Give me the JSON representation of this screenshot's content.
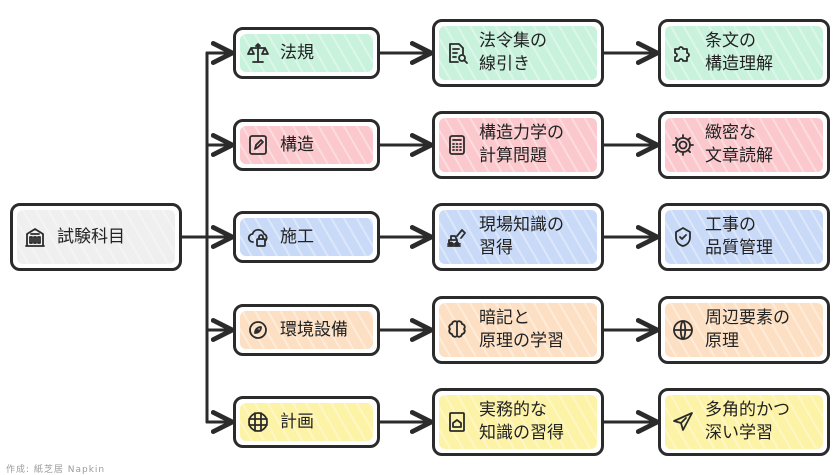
{
  "diagram": {
    "root": {
      "label": "試験科目",
      "icon": "building-icon"
    },
    "rows": [
      {
        "color": "#c9f2dd",
        "subject": {
          "label": "法規",
          "icon": "scale-icon"
        },
        "step1": {
          "label": "法令集の\n線引き",
          "icon": "document-search-icon"
        },
        "step2": {
          "label": "条文の\n構造理解",
          "icon": "puzzle-icon"
        }
      },
      {
        "color": "#fbc9cd",
        "subject": {
          "label": "構造",
          "icon": "pen-icon"
        },
        "step1": {
          "label": "構造力学の\n計算問題",
          "icon": "calculator-icon"
        },
        "step2": {
          "label": "緻密な\n文章読解",
          "icon": "gear-icon"
        }
      },
      {
        "color": "#c9daf8",
        "subject": {
          "label": "施工",
          "icon": "cloud-lock-icon"
        },
        "step1": {
          "label": "現場知識の\n習得",
          "icon": "excavator-icon"
        },
        "step2": {
          "label": "工事の\n品質管理",
          "icon": "quality-check-icon"
        }
      },
      {
        "color": "#fde0c4",
        "subject": {
          "label": "環境設備",
          "icon": "leaf-gear-icon"
        },
        "step1": {
          "label": "暗記と\n原理の学習",
          "icon": "brain-icon"
        },
        "step2": {
          "label": "周辺要素の\n原理",
          "icon": "globe-icon"
        }
      },
      {
        "color": "#fdf3a6",
        "subject": {
          "label": "計画",
          "icon": "grid-globe-icon"
        },
        "step1": {
          "label": "実務的な\n知識の習得",
          "icon": "book-home-icon"
        },
        "step2": {
          "label": "多角的かつ\n深い学習",
          "icon": "send-icon"
        }
      }
    ],
    "root_color": "#efefef",
    "stroke_color": "#2b2b2b"
  },
  "footer": {
    "watermark": "作成: 紙芝居 Napkin"
  }
}
